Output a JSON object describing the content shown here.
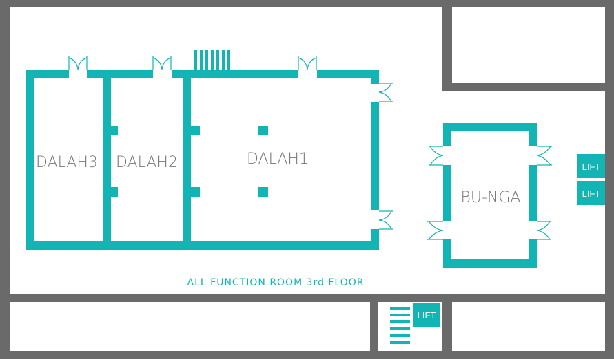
{
  "title": "ALL FUNCTION ROOM 3rd FLOOR",
  "rooms": {
    "dalah3": "DALAH3",
    "dalah2": "DALAH2",
    "dalah1": "DALAH1",
    "bunga": "BU-NGA"
  },
  "lifts": [
    "LIFT",
    "LIFT",
    "LIFT"
  ],
  "colors": {
    "wall": "#12b5b3",
    "background": "#6b6a6b",
    "floor": "#ffffff",
    "label": "#777777"
  }
}
